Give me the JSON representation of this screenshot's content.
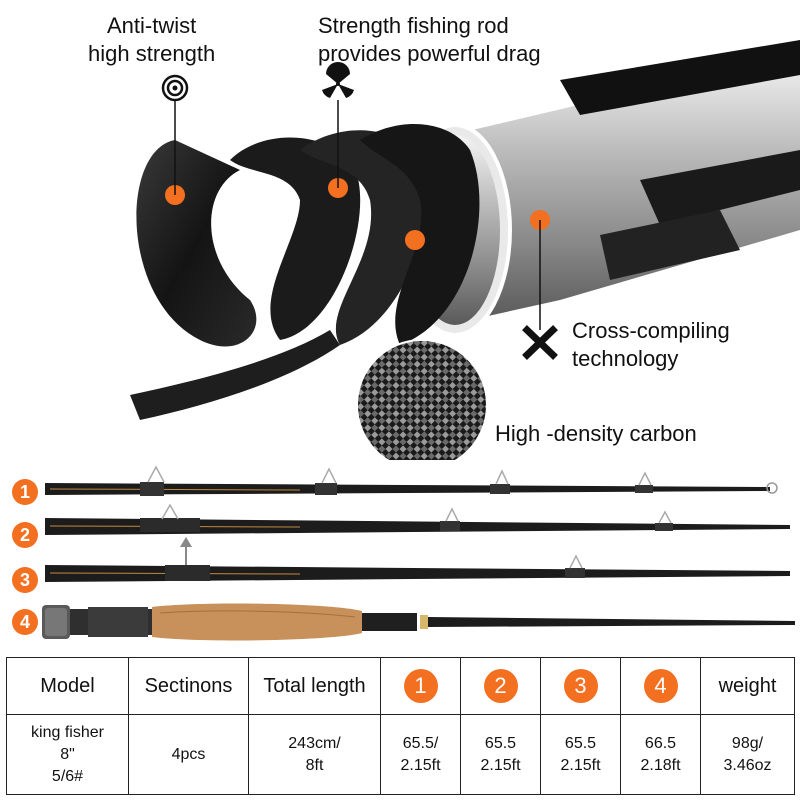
{
  "callouts": {
    "anti_twist_line1": "Anti-twist",
    "anti_twist_line2": "high strength",
    "strength_line1": "Strength fishing rod",
    "strength_line2": "provides powerful drag",
    "cross_line1": "Cross-compiling",
    "cross_line2": "technology",
    "carbon": "High -density carbon"
  },
  "rod_sections": [
    {
      "number": "1"
    },
    {
      "number": "2"
    },
    {
      "number": "3"
    },
    {
      "number": "4"
    }
  ],
  "table": {
    "headers": {
      "model": "Model",
      "sections": "Sectinons",
      "total_length": "Total length",
      "s1": "1",
      "s2": "2",
      "s3": "3",
      "s4": "4",
      "weight": "weight"
    },
    "row": {
      "model_l1": "king fisher",
      "model_l2": "8\"",
      "model_l3": "5/6#",
      "sections": "4pcs",
      "length_l1": "243cm/",
      "length_l2": "8ft",
      "s1_l1": "65.5/",
      "s1_l2": "2.15ft",
      "s2_l1": "65.5",
      "s2_l2": "2.15ft",
      "s3_l1": "65.5",
      "s3_l2": "2.15ft",
      "s4_l1": "66.5",
      "s4_l2": "2.18ft",
      "weight_l1": "98g/",
      "weight_l2": "3.46oz"
    }
  },
  "colors": {
    "accent": "#f37021",
    "carbon_dark": "#1c1c1c",
    "cork": "#c8905a"
  }
}
